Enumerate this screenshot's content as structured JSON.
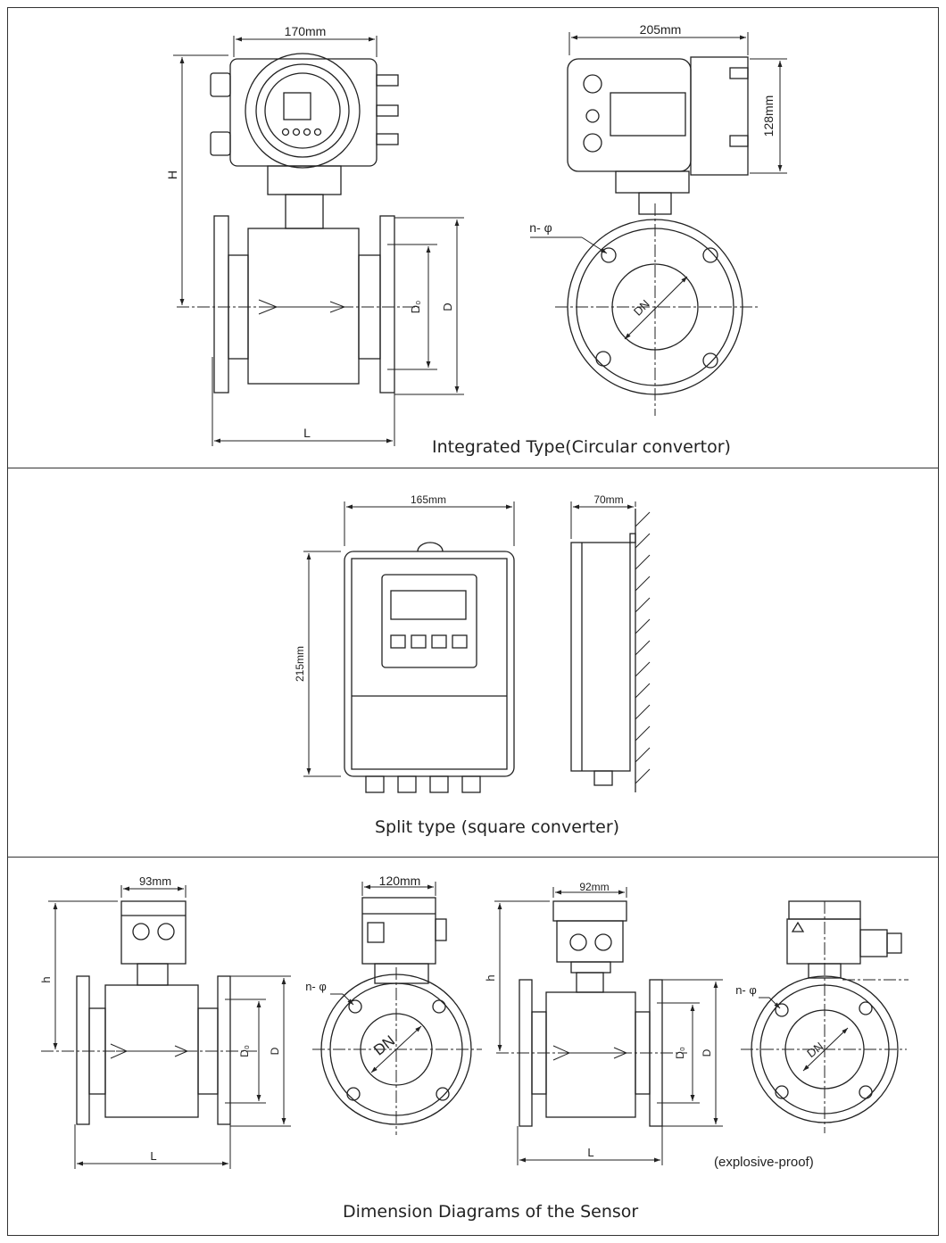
{
  "sections": [
    {
      "caption": "Integrated Type(Circular convertor)",
      "labels": {
        "width_front": "170mm",
        "width_side": "205mm",
        "height_side": "128mm",
        "height": "H",
        "length": "L",
        "inner_diameter": "D₀",
        "outer_diameter": "D",
        "bolt_holes": "n- φ",
        "nominal_diameter": "DN"
      }
    },
    {
      "caption": "Split type (square converter)",
      "labels": {
        "width_front": "165mm",
        "depth_side": "70mm",
        "height_front": "215mm"
      }
    },
    {
      "caption": "Dimension Diagrams of the Sensor",
      "note": "(explosive-proof)",
      "labels": {
        "box_a_width": "93mm",
        "box_b_width": "120mm",
        "box_c_width": "92mm",
        "height": "h",
        "length_a": "L",
        "length_c": "L",
        "inner_a": "D₀",
        "outer_a": "D",
        "inner_c": "D₀",
        "outer_c": "D",
        "bolt_holes_b": "n- φ",
        "bolt_holes_d": "n- φ",
        "dn_b": "DN",
        "dn_d": "DN"
      }
    }
  ]
}
